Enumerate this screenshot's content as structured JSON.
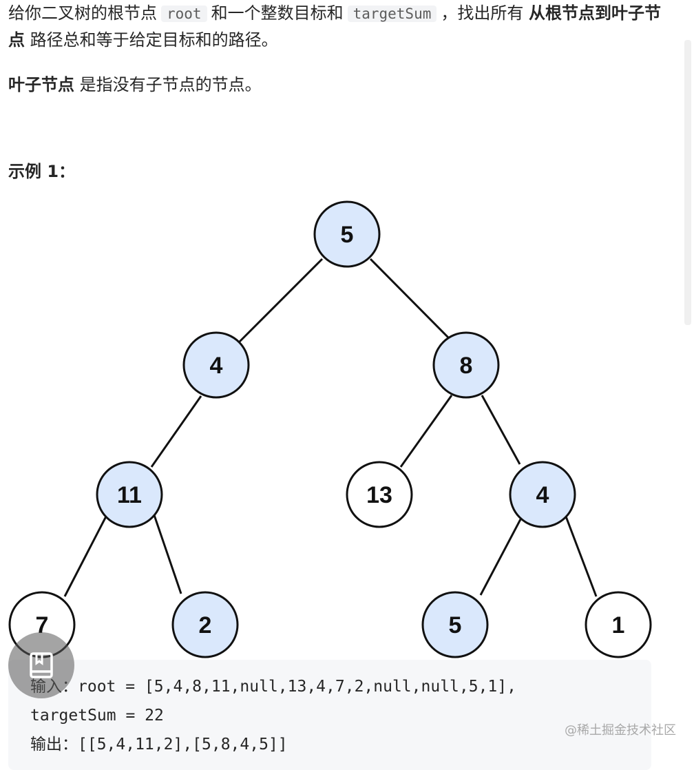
{
  "problem": {
    "p1_a": "给你二叉树的根节点",
    "p1_code1": "root",
    "p1_b": "和一个整数目标和",
    "p1_code2": "targetSum",
    "p1_c": "，找出所有",
    "p1_bold1": "从根节点到叶子节点",
    "p1_d": "路径总和等于给定目标和的路径。",
    "p2_bold": "叶子节点",
    "p2_rest": "是指没有子节点的节点。"
  },
  "example": {
    "title": "示例 1：",
    "input_line1": "输入：root = [5,4,8,11,null,13,4,7,2,null,null,5,1],",
    "input_line2": "targetSum = 22",
    "output_line": "输出：[[5,4,11,2],[5,8,4,5]]"
  },
  "tree": {
    "nodes": [
      {
        "id": "n5",
        "label": "5",
        "highlight": true
      },
      {
        "id": "n4",
        "label": "4",
        "highlight": true
      },
      {
        "id": "n8",
        "label": "8",
        "highlight": true
      },
      {
        "id": "n11",
        "label": "11",
        "highlight": true
      },
      {
        "id": "n13",
        "label": "13",
        "highlight": false
      },
      {
        "id": "n4b",
        "label": "4",
        "highlight": true
      },
      {
        "id": "n7",
        "label": "7",
        "highlight": false
      },
      {
        "id": "n2",
        "label": "2",
        "highlight": true
      },
      {
        "id": "n5b",
        "label": "5",
        "highlight": true
      },
      {
        "id": "n1",
        "label": "1",
        "highlight": false
      }
    ],
    "colors": {
      "highlight_fill": "#dae8fc",
      "plain_fill": "#ffffff",
      "stroke": "#111111"
    }
  },
  "overlay": {
    "fab_icon": "book-icon",
    "watermark": "@稀土掘金技术社区"
  }
}
